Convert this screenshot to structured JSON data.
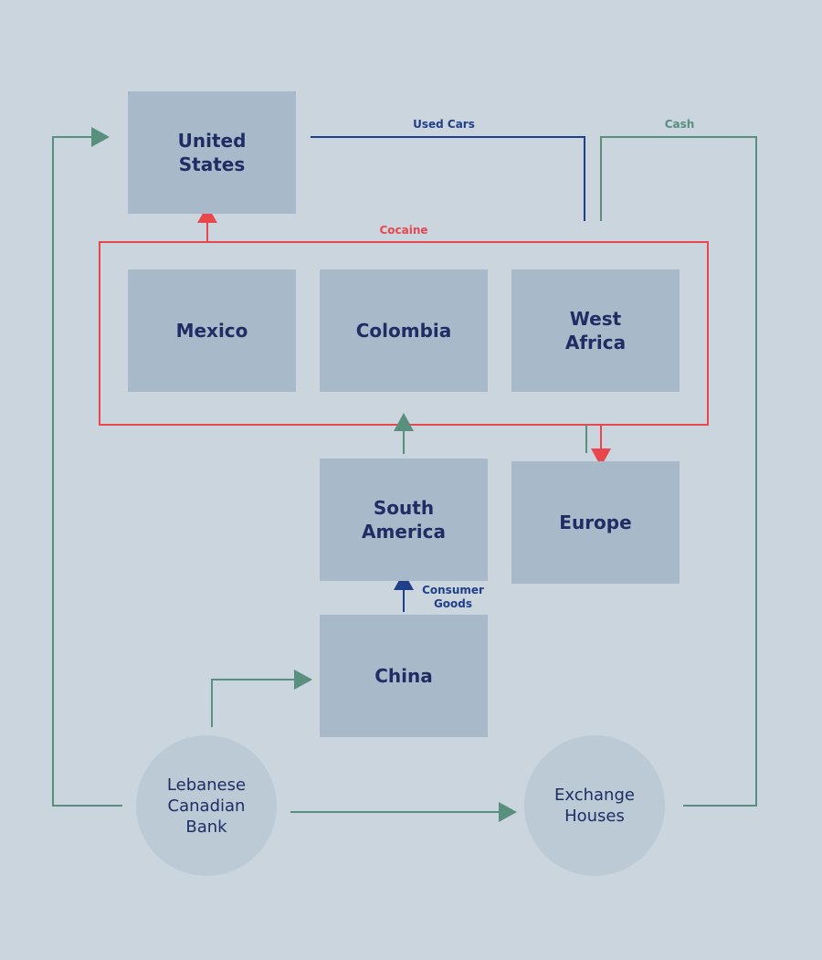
{
  "nodes": {
    "united_states": "United\nStates",
    "mexico": "Mexico",
    "colombia": "Colombia",
    "west_africa": "West\nAfrica",
    "south_america": "South\nAmerica",
    "europe": "Europe",
    "china": "China",
    "lebanese_canadian_bank": "Lebanese\nCanadian\nBank",
    "exchange_houses": "Exchange\nHouses"
  },
  "flows": {
    "used_cars": "Used Cars",
    "cash": "Cash",
    "cocaine": "Cocaine",
    "consumer_goods": "Consumer\nGoods"
  },
  "colors": {
    "background": "#cbd5de",
    "box": "#a8bac9",
    "circle": "#bccad6",
    "text": "#1f2d64",
    "money_flow": "#588f7f",
    "goods_flow": "#1f3f8a",
    "cocaine_flow": "#e8474e"
  }
}
